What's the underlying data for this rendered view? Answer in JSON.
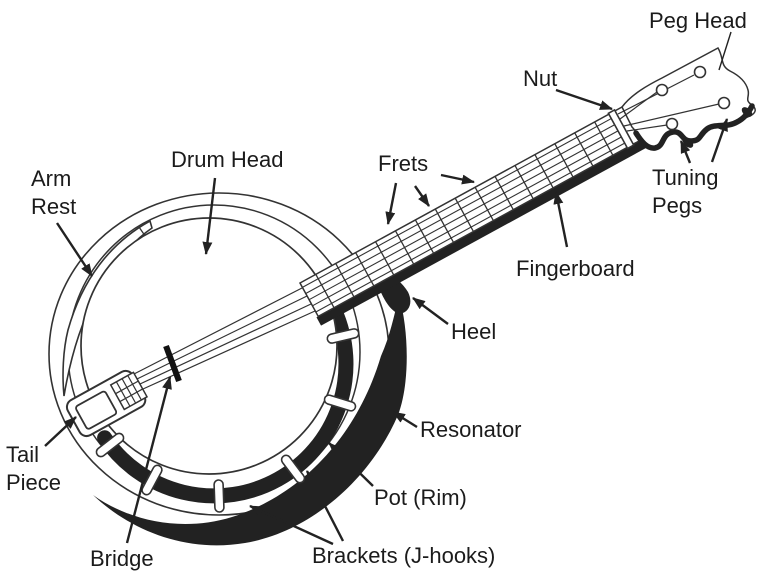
{
  "diagram": {
    "background_color": "#ffffff",
    "ink_color": "#222222",
    "labels": {
      "peg_head": "Peg Head",
      "nut": "Nut",
      "tuning_pegs": "Tuning Pegs",
      "frets": "Frets",
      "fingerboard": "Fingerboard",
      "drum_head": "Drum Head",
      "arm_rest": "Arm Rest",
      "heel": "Heel",
      "resonator": "Resonator",
      "pot_rim": "Pot (Rim)",
      "brackets": "Brackets (J-hooks)",
      "tail_piece": "Tail Piece",
      "bridge": "Bridge"
    }
  }
}
